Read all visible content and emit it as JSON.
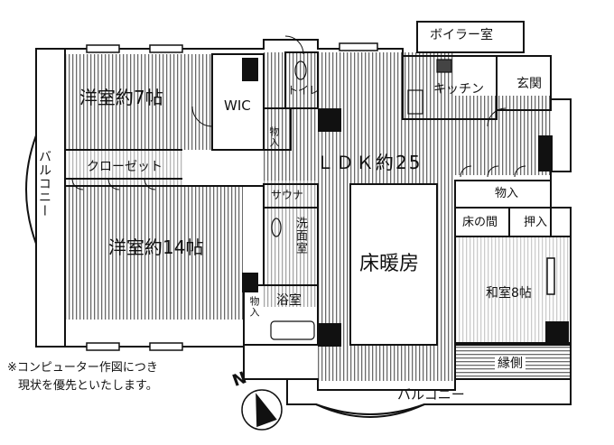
{
  "floorplan": {
    "rooms": {
      "western_room_7": "洋室約7帖",
      "wic": "WIC",
      "toilet": "トイレ",
      "storage_small_1": "物入",
      "boiler_room": "ボイラー室",
      "kitchen": "キッチン",
      "entrance": "玄関",
      "ldk": "ＬＤＫ約25",
      "closet": "クローゼット",
      "balcony_west": "バルコニー",
      "western_room_14": "洋室約14帖",
      "sauna": "サウナ",
      "washroom": "洗面室",
      "floor_heating": "床暖房",
      "storage_big": "物入",
      "tokonoma": "床の間",
      "oshiire": "押入",
      "japanese_room": "和室8帖",
      "storage_small_2": "物入",
      "bathroom": "浴室",
      "engawa": "縁側",
      "balcony_south": "バルコニー"
    },
    "note_lines": [
      "※コンピューター作図につき",
      "現状を優先といたします。"
    ],
    "compass_letter": "N",
    "colors": {
      "line": "#111111",
      "wall": "#111111",
      "floor_hatch": "#6a6a6a",
      "background": "#ffffff"
    }
  }
}
